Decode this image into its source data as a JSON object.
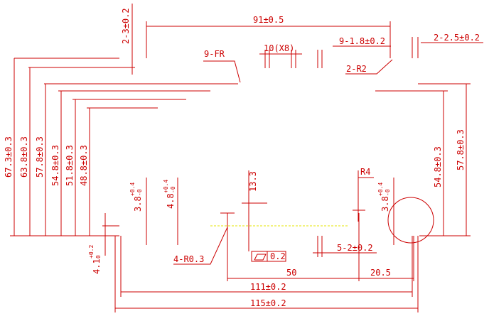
{
  "dimensions": {
    "d_2_3": "2-3±0.2",
    "d_91": "91±0.5",
    "d_9_fr": "9-FR",
    "d_10_x8": "10(X8)",
    "d_9_1_8": "9-1.8±0.2",
    "d_2_2_5": "2-2.5±0.2",
    "d_2_r2": "2-R2",
    "d_67_3": "67.3±0.3",
    "d_63_8": "63.8±0.3",
    "d_57_8_left": "57.8±0.3",
    "d_54_8_left": "54.8±0.3",
    "d_51_8": "51.8±0.3",
    "d_48_8": "48.8±0.3",
    "d_54_8_right": "54.8±0.3",
    "d_57_8_right": "57.8±0.3",
    "d_13_3": "13.3",
    "d_r4": "R4",
    "d_3_8_left": "3.8",
    "d_3_8_left_tol": "+0.4",
    "d_3_8_left_tol2": "-0",
    "d_4_8": "4.8",
    "d_4_8_tol": "+0.4",
    "d_4_8_tol2": "-0",
    "d_3_8_right": "3.8",
    "d_3_8_right_tol": "+0.4",
    "d_3_8_right_tol2": "-0",
    "d_4_1": "4.1",
    "d_4_1_tol": "+0.2",
    "d_4_1_tol2": "0",
    "d_4_r0_3": "4-R0.3",
    "d_flatness": "0.2",
    "d_5_2": "5-2±0.2",
    "d_50": "50",
    "d_20_5": "20.5",
    "d_111": "111±0.2",
    "d_115": "115±0.2"
  },
  "colors": {
    "background": "#ffffff",
    "dimension": "#cc0000",
    "profile": "#ffffff",
    "highlight": "#e6e600"
  }
}
